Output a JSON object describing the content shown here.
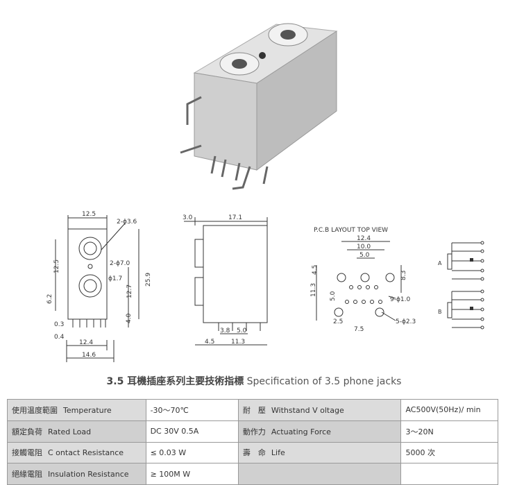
{
  "drawings": {
    "front": {
      "dims": {
        "top_width": "12.5",
        "hole_large": "2-ϕ3.6",
        "hole_mid": "2-ϕ7.0",
        "hole_small": "ϕ1.7",
        "left_upper": "12.5",
        "left_lower": "6.2",
        "height_total": "25.9",
        "height_mid": "12.7",
        "height_pin": "4.0",
        "pin_gap_a": "0.3",
        "pin_gap_b": "0.4",
        "bottom_inner": "12.4",
        "bottom_outer": "14.6"
      }
    },
    "side": {
      "dims": {
        "top_left": "3.0",
        "top_width": "17.1",
        "pin_a": "3.8",
        "pin_b": "5.0",
        "bottom_left": "4.5",
        "bottom_width": "11.3"
      }
    },
    "pcb": {
      "title": "P.C.B LAYOUT    TOP VIEW",
      "dims": {
        "w1": "12.4",
        "w2": "10.0",
        "w3": "5.0",
        "left_a": "4.5",
        "left_b": "11.3",
        "mid_v": "5.0",
        "right_v": "8.3",
        "small_holes": "9-ϕ1.0",
        "large_holes": "5-ϕ2.3",
        "bottom_a": "2.5",
        "bottom_b": "7.5"
      }
    },
    "schematic": {
      "label_a": "A",
      "label_b": "B"
    }
  },
  "caption": {
    "cn": "3.5 耳機插座系列主要技術指標",
    "en": "Specification of 3.5 phone jacks"
  },
  "specs": [
    {
      "label_cn": "使用温度範圍",
      "label_en": "Temperature",
      "value": "-30～70℃",
      "label2_cn": "耐　壓",
      "label2_en": "Withstand V oltage",
      "value2": "AC500V(50Hz)/ min"
    },
    {
      "label_cn": "額定負荷",
      "label_en": "Rated Load",
      "value": "DC  30V  0.5A",
      "label2_cn": "動作力",
      "label2_en": "Actuating Force",
      "value2": "3～20N"
    },
    {
      "label_cn": "接觸電阻",
      "label_en": "C ontact Resistance",
      "value": "≤ 0.03 W",
      "label2_cn": "壽　命",
      "label2_en": "Life",
      "value2": "5000 次"
    },
    {
      "label_cn": "絕緣電阻",
      "label_en": "Insulation Resistance",
      "value": "≥ 100M W",
      "label2_cn": "",
      "label2_en": "",
      "value2": ""
    }
  ]
}
